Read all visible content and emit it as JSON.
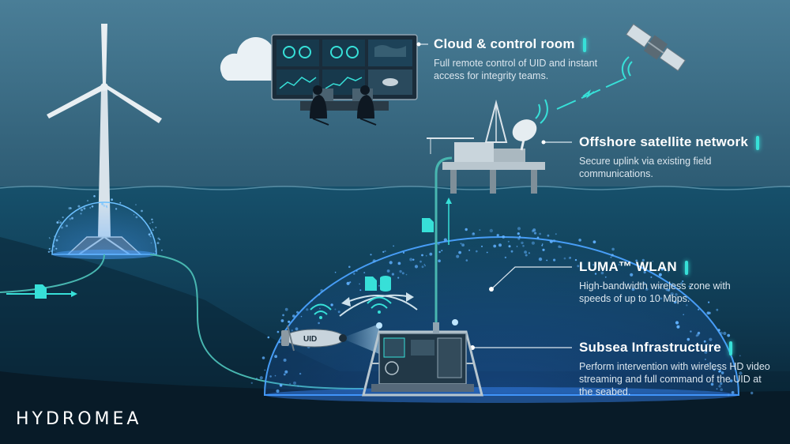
{
  "brand": {
    "logo_text": "HYDROMEA"
  },
  "callouts": {
    "cloud": {
      "title": "Cloud & control room",
      "description": "Full remote control of UID and instant access for integrity teams."
    },
    "satellite": {
      "title": "Offshore satellite network",
      "description": "Secure uplink via existing field communications."
    },
    "wlan": {
      "title": "LUMA™ WLAN",
      "description": "High-bandwidth wireless zone with speeds of up to 10 Mbps."
    },
    "subsea": {
      "title": "Subsea Infrastructure",
      "description": "Perform intervention with wireless HD video streaming and full command of the UID at the seabed."
    }
  },
  "vehicle": {
    "label": "UID"
  },
  "colors": {
    "sky": "#3e6f88",
    "water": "#0f3a52",
    "deep_water": "#0a2535",
    "accent": "#37e0d8",
    "dome_glow": "#2f7dff",
    "cable": "#48b6b0"
  },
  "icons": [
    "cloud-icon",
    "satellite-icon",
    "wind-turbine-icon",
    "oil-platform-icon",
    "satellite-dish-icon",
    "file-icon",
    "database-icon",
    "wifi-icon",
    "underwater-vehicle-icon",
    "subsea-frame-icon",
    "monitor-wall-icon",
    "operator-icon"
  ]
}
